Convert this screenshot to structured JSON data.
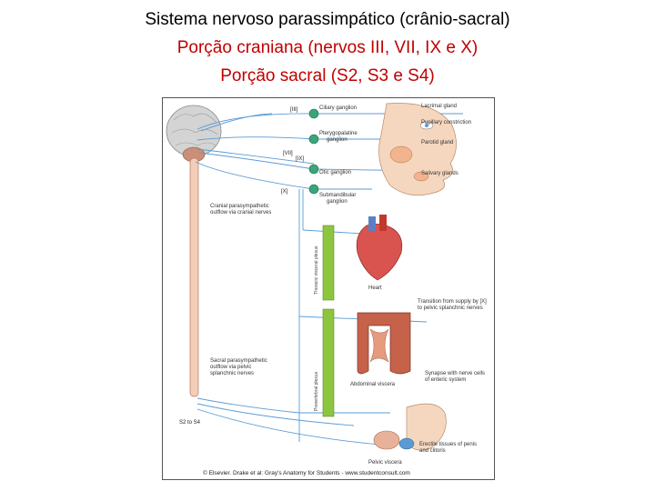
{
  "title": {
    "line1": "Sistema nervoso parassimpático (crânio-sacral)",
    "line2": "Porção craniana (nervos III, VII, IX e X)",
    "line3": "Porção sacral (S2, S3 e S4)"
  },
  "colors": {
    "title_black": "#000000",
    "title_red": "#c00000",
    "nerve_line": "#5b9bd5",
    "ganglion": "#3aa57a",
    "plexus": "#8cc63f",
    "brain": "#c9c9c9",
    "heart": "#d9534f",
    "intestine": "#c6624a"
  },
  "diagram": {
    "nerves": {
      "cn3": "[III]",
      "cn7": "[VII]",
      "cn9": "[IX]",
      "cn10": "[X]",
      "sacral": "S2 to S4"
    },
    "ganglia": {
      "ciliary": "Ciliary ganglion",
      "pterygopalatine_1": "Pterygopalatine",
      "pterygopalatine_2": "ganglion",
      "otic": "Otic ganglion",
      "submandibular_1": "Submandibular",
      "submandibular_2": "ganglion"
    },
    "targets": {
      "lacrimal": "Lacrimal gland",
      "pupil": "Pupillary constriction",
      "parotid": "Parotid gland",
      "salivary": "Salivary glands",
      "heart": "Heart",
      "transition_1": "Transition from supply by [X]",
      "transition_2": "to pelvic splanchnic nerves",
      "synapse_1": "Synapse with nerve cells",
      "synapse_2": "of enteric system",
      "abdominal": "Abdominal viscera",
      "erectile_1": "Erectile tissues of penis",
      "erectile_2": "and clitoris",
      "pelvic": "Pelvic viscera"
    },
    "outflow": {
      "cranial_1": "Cranial parasympathetic",
      "cranial_2": "outflow via cranial nerves",
      "sacral_1": "Sacral parasympathetic",
      "sacral_2": "outflow via pelvic",
      "sacral_3": "splanchnic nerves"
    },
    "plexus": {
      "thoracic": "Thoracic visceral plexus",
      "prevertebral": "Prevertebral plexus"
    },
    "credit": "© Elsevier. Drake et al: Gray's Anatomy for Students - www.studentconsult.com"
  }
}
